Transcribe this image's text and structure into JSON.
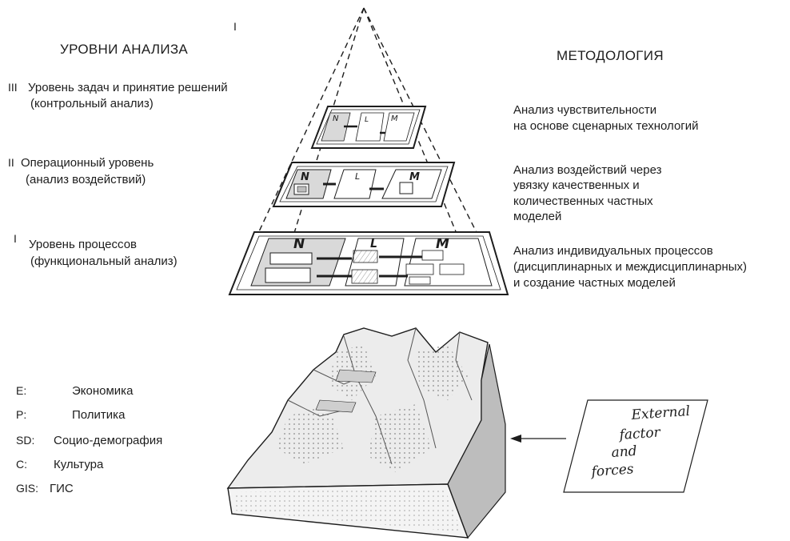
{
  "headings": {
    "levels": "УРОВНИ АНАЛИЗА",
    "methodology": "МЕТОДОЛОГИЯ",
    "top_mark": "I"
  },
  "levels": [
    {
      "numeral": "III",
      "title": "Уровень задач и принятие решений",
      "subtitle": "(контрольный анализ)",
      "method_lines": [
        "Анализ чувствительности",
        "на основе сценарных технологий"
      ]
    },
    {
      "numeral": "II",
      "title": "Операционный уровень",
      "subtitle": "(анализ воздействий)",
      "method_lines": [
        "Анализ воздействий через",
        "увязку качественных и",
        "количественных частных",
        "моделей"
      ]
    },
    {
      "numeral": "I",
      "title": "Уровень процессов",
      "subtitle": "(функциональный анализ)",
      "method_lines": [
        "Анализ индивидуальных процессов",
        "(дисциплинарных и междисциплинарных)",
        "и создание частных моделей"
      ]
    }
  ],
  "plane_labels": {
    "n": "N",
    "l": "L",
    "m": "M"
  },
  "legend": [
    {
      "key": "E:",
      "value": "Экономика"
    },
    {
      "key": "P:",
      "value": "Политика"
    },
    {
      "key": "SD:",
      "value": "Социо-демография"
    },
    {
      "key": "C:",
      "value": "Культура"
    },
    {
      "key": "GIS:",
      "value": "ГИС"
    }
  ],
  "external_box": {
    "lines": [
      "External",
      "factor",
      "and",
      "forces"
    ]
  },
  "colors": {
    "ink": "#1d1d1d",
    "plane_fill": "#d9d9d9",
    "terrain_light": "#ececec",
    "terrain_shadow": "#bdbdbd"
  }
}
